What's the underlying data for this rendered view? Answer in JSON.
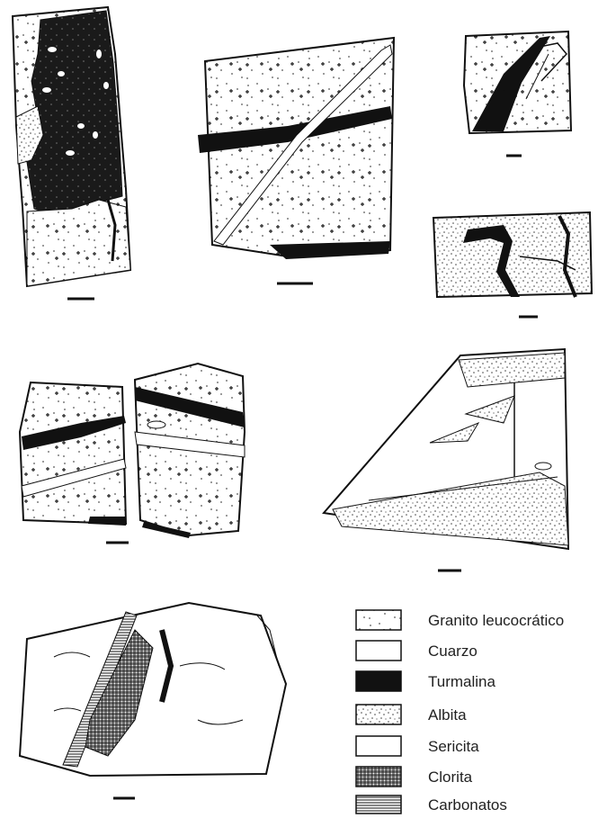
{
  "legend": {
    "items": [
      {
        "label": "Granito leucocrático",
        "pattern": "granite"
      },
      {
        "label": "Cuarzo",
        "pattern": "quartz"
      },
      {
        "label": "Turmalina",
        "pattern": "tourmaline"
      },
      {
        "label": "Albita",
        "pattern": "albite"
      },
      {
        "label": "Sericita",
        "pattern": "sericite"
      },
      {
        "label": "Clorita",
        "pattern": "chlorite"
      },
      {
        "label": "Carbonatos",
        "pattern": "carbonates"
      }
    ]
  },
  "colors": {
    "ink": "#111111",
    "paper": "#ffffff",
    "dots": "#555555"
  }
}
